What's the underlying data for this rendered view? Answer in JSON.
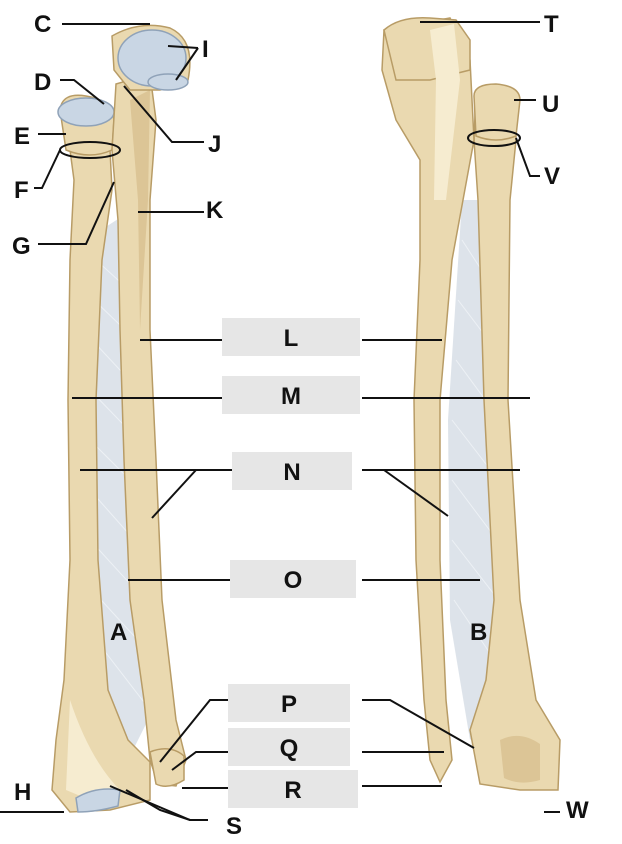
{
  "labels": {
    "C": "C",
    "D": "D",
    "E": "E",
    "F": "F",
    "G": "G",
    "H": "H",
    "I": "I",
    "J": "J",
    "K": "K",
    "S": "S",
    "T": "T",
    "U": "U",
    "V": "V",
    "W": "W",
    "A": "A",
    "B": "B"
  },
  "boxes": {
    "L": "L",
    "M": "M",
    "N": "N",
    "O": "O",
    "P": "P",
    "Q": "Q",
    "R": "R"
  },
  "colors": {
    "bone": "#ead9b0",
    "cartilage": "#c9d6e4",
    "membrane": "#d7dee6",
    "label_box": "#e6e6e6"
  }
}
